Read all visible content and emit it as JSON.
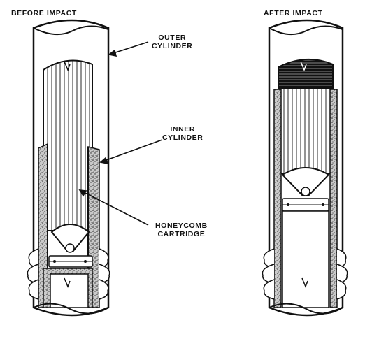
{
  "figure": {
    "before_title": "BEFORE IMPACT",
    "after_title": "AFTER IMPACT",
    "labels": {
      "outer_cylinder": [
        "OUTER",
        "CYLINDER"
      ],
      "inner_cylinder": [
        "INNER",
        "CYLINDER"
      ],
      "honeycomb_cartridge": [
        "HONEYCOMB",
        "CARTRIDGE"
      ]
    }
  }
}
